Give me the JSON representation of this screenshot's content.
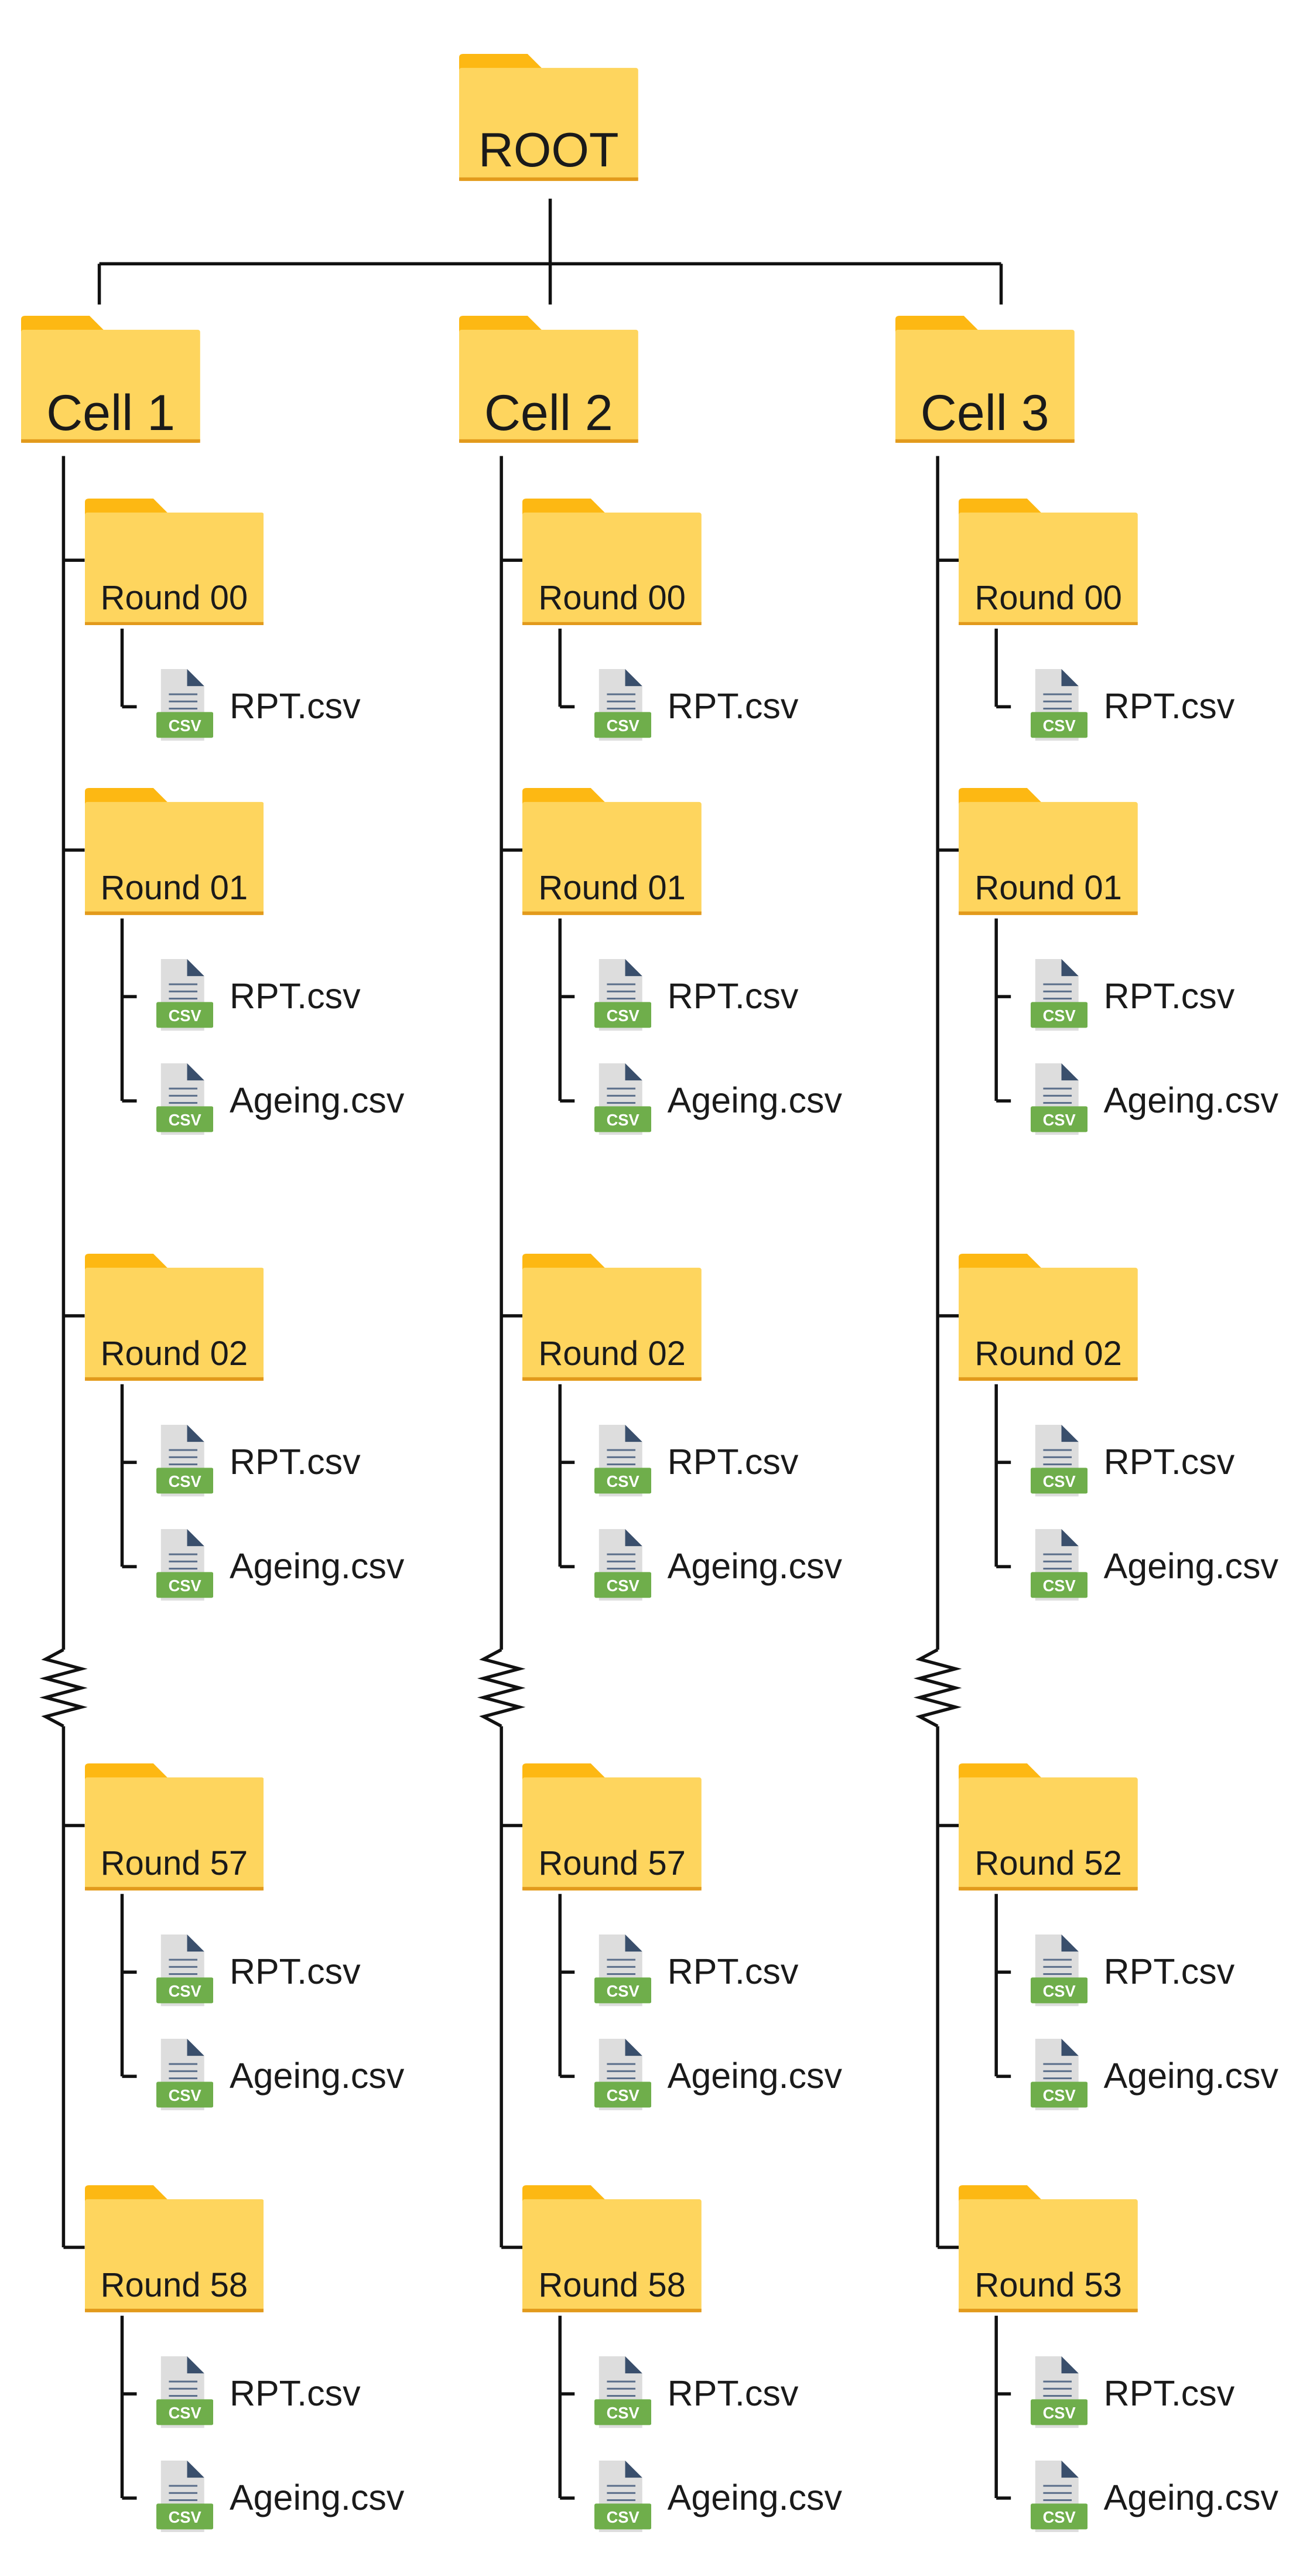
{
  "root": {
    "label": "ROOT"
  },
  "cells": [
    {
      "label": "Cell 1",
      "rounds": [
        {
          "label": "Round 00",
          "files": [
            "RPT.csv"
          ]
        },
        {
          "label": "Round 01",
          "files": [
            "RPT.csv",
            "Ageing.csv"
          ]
        },
        {
          "label": "Round 02",
          "files": [
            "RPT.csv",
            "Ageing.csv"
          ]
        },
        {
          "label": "Round 57",
          "files": [
            "RPT.csv",
            "Ageing.csv"
          ]
        },
        {
          "label": "Round 58",
          "files": [
            "RPT.csv",
            "Ageing.csv"
          ]
        }
      ]
    },
    {
      "label": "Cell 2",
      "rounds": [
        {
          "label": "Round 00",
          "files": [
            "RPT.csv"
          ]
        },
        {
          "label": "Round 01",
          "files": [
            "RPT.csv",
            "Ageing.csv"
          ]
        },
        {
          "label": "Round 02",
          "files": [
            "RPT.csv",
            "Ageing.csv"
          ]
        },
        {
          "label": "Round 57",
          "files": [
            "RPT.csv",
            "Ageing.csv"
          ]
        },
        {
          "label": "Round 58",
          "files": [
            "RPT.csv",
            "Ageing.csv"
          ]
        }
      ]
    },
    {
      "label": "Cell 3",
      "rounds": [
        {
          "label": "Round 00",
          "files": [
            "RPT.csv"
          ]
        },
        {
          "label": "Round 01",
          "files": [
            "RPT.csv",
            "Ageing.csv"
          ]
        },
        {
          "label": "Round 02",
          "files": [
            "RPT.csv",
            "Ageing.csv"
          ]
        },
        {
          "label": "Round 52",
          "files": [
            "RPT.csv",
            "Ageing.csv"
          ]
        },
        {
          "label": "Round 53",
          "files": [
            "RPT.csv",
            "Ageing.csv"
          ]
        }
      ]
    }
  ],
  "file_badge": "CSV",
  "colors": {
    "folder_body": "#FED55E",
    "folder_tab": "#FDB813",
    "folder_edge": "#E29A1C",
    "file_page": "#DDDDDD",
    "file_fold": "#3A4F6C",
    "file_lines": "#5A6E8A",
    "badge": "#6FAE4B",
    "line": "#111111"
  }
}
